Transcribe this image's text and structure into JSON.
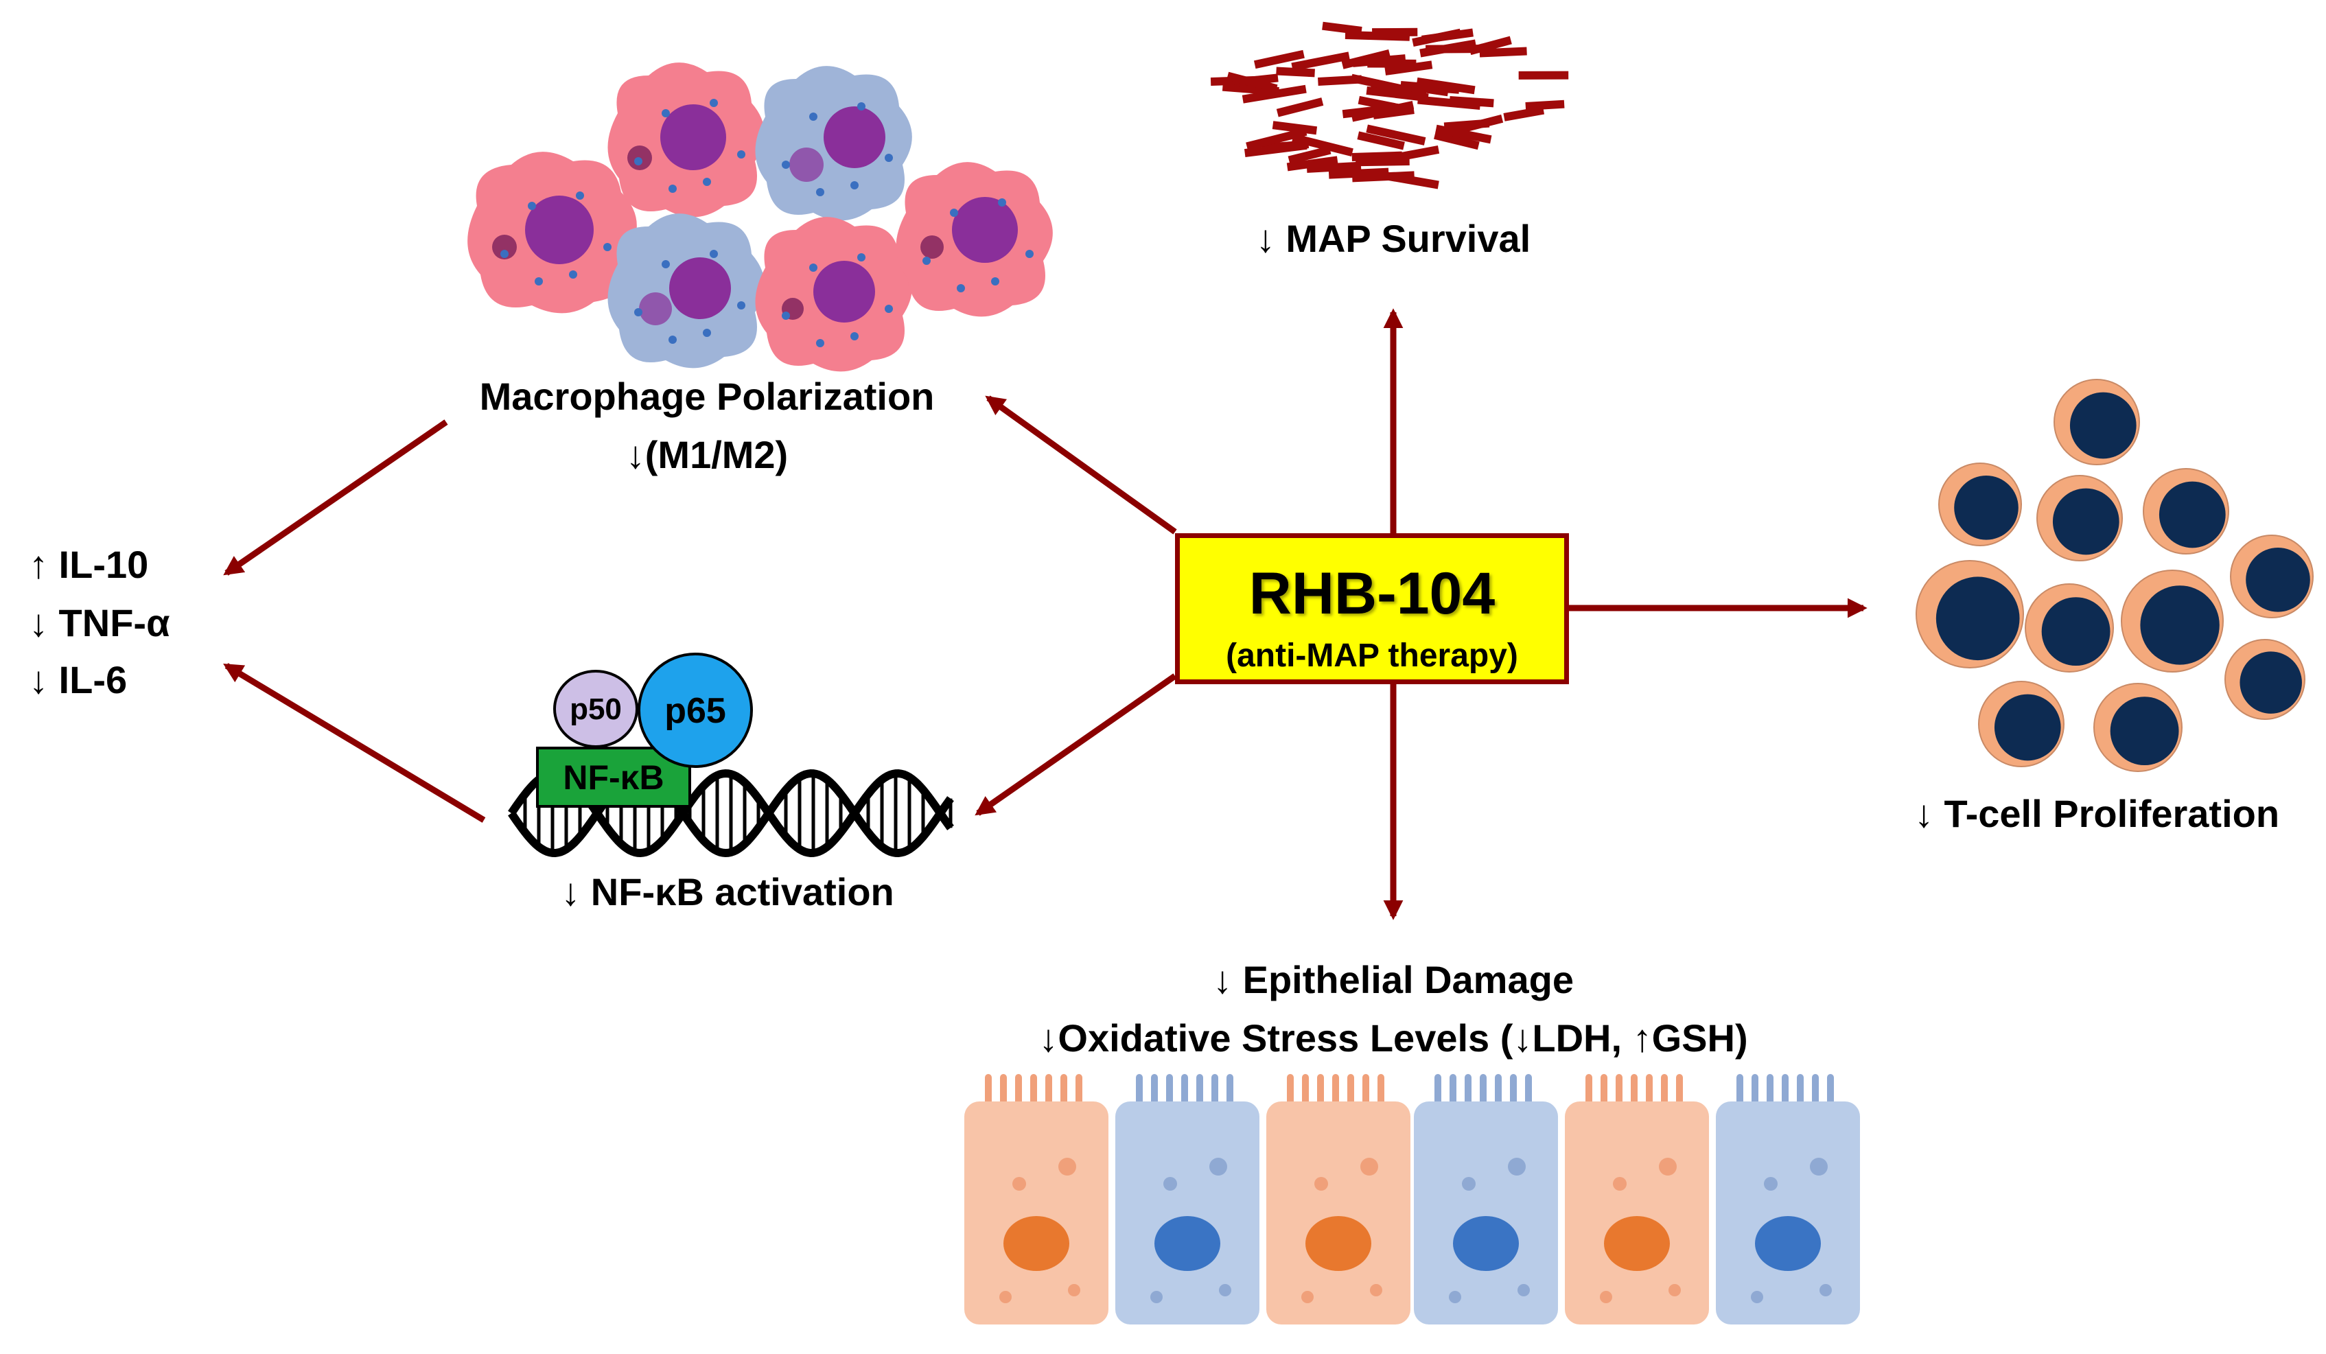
{
  "colors": {
    "arrow": "#8b0000",
    "center_fill": "#ffff00",
    "center_border": "#8b0000",
    "m1_macrophage": "#f47f8f",
    "m2_macrophage": "#9fb4d8",
    "nucleus": "#8a2f9a",
    "map_bacteria": "#a00a0a",
    "tcell_outer": "#f4a97c",
    "tcell_nucleus": "#0d2b52",
    "epithelial_orange": "#f8c4a8",
    "epithelial_blue": "#b9cce8",
    "nfkb_green": "#1aa33a",
    "p50_purple": "#cdbfe6",
    "p65_blue": "#1ea2ec"
  },
  "center": {
    "title": "RHB-104",
    "subtitle": "(anti-MAP therapy)"
  },
  "cytokines": {
    "il10": "↑ IL-10",
    "tnf": "↓ TNF-α",
    "il6": "↓ IL-6"
  },
  "macrophage": {
    "line1": "Macrophage Polarization",
    "line2": "↓(M1/M2)"
  },
  "map_survival": "↓ MAP Survival",
  "tcell": "↓ T-cell Proliferation",
  "nfkb": {
    "label": "↓ NF-κB activation",
    "complex_label": "NF-κB",
    "p50": "p50",
    "p65": "p65"
  },
  "epithelial": {
    "line1": "↓ Epithelial Damage",
    "line2": "↓Oxidative Stress Levels (↓LDH, ↑GSH)"
  }
}
